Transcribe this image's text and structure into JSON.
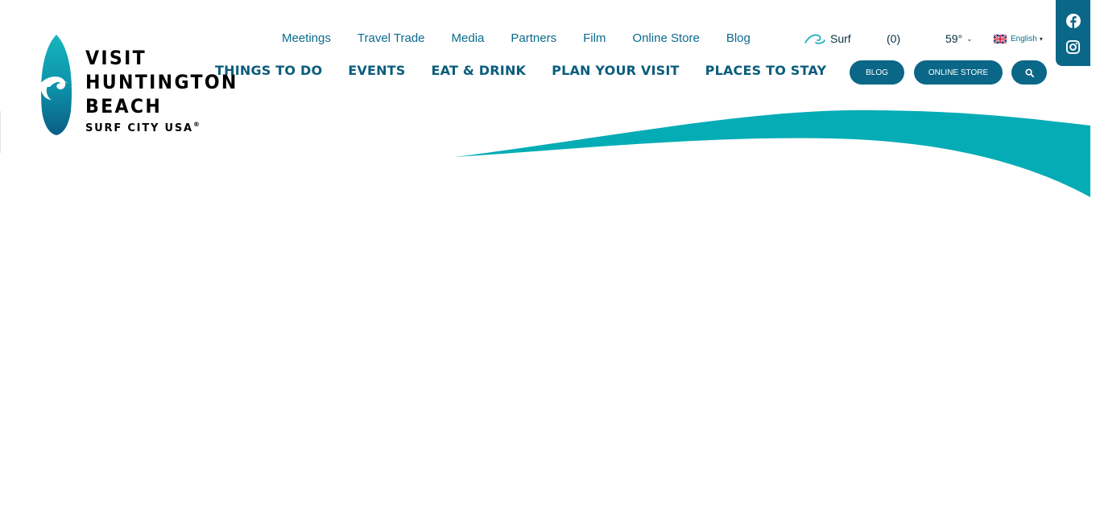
{
  "logo": {
    "line1": "VISIT",
    "line2": "HUNTINGTON",
    "line3": "BEACH",
    "tagline": "SURF CITY USA",
    "reg": "®"
  },
  "utility_nav": [
    {
      "label": "Meetings"
    },
    {
      "label": "Travel Trade"
    },
    {
      "label": "Media"
    },
    {
      "label": "Partners"
    },
    {
      "label": "Film"
    },
    {
      "label": "Online Store"
    },
    {
      "label": "Blog"
    }
  ],
  "surf": {
    "label": "Surf",
    "icon": "wave-icon"
  },
  "cart": {
    "count": "(0)"
  },
  "weather": {
    "temp": "59°",
    "icon": "chevron-down-icon"
  },
  "language": {
    "label": "English",
    "caret": "▾",
    "icon": "uk-flag-icon"
  },
  "main_nav": [
    {
      "label": "THINGS TO DO"
    },
    {
      "label": "EVENTS"
    },
    {
      "label": "EAT & DRINK"
    },
    {
      "label": "PLAN YOUR VISIT"
    },
    {
      "label": "PLACES TO STAY"
    }
  ],
  "buttons": {
    "blog": "BLOG",
    "online_store": "ONLINE STORE",
    "search_icon": "search-icon"
  },
  "social": [
    {
      "name": "facebook-icon"
    },
    {
      "name": "instagram-icon"
    }
  ],
  "colors": {
    "brand_dark": "#0a6787",
    "brand_teal": "#04acb5",
    "nav_text": "#0a5d7c"
  }
}
